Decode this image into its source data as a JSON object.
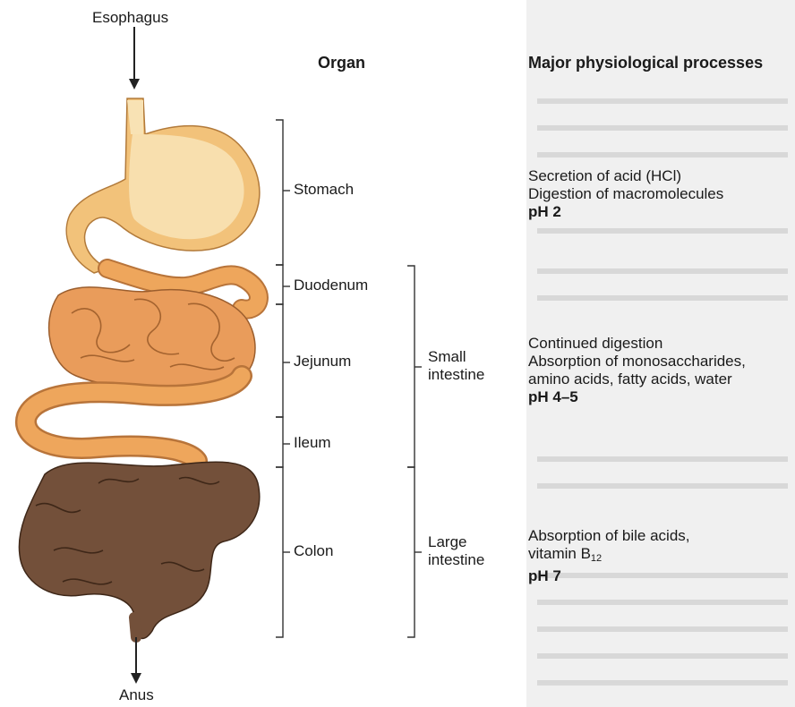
{
  "labels": {
    "esophagus": "Esophagus",
    "anus": "Anus",
    "organ_header": "Organ",
    "process_header": "Major physiological processes"
  },
  "organs": [
    "Stomach",
    "Duodenum",
    "Jejunum",
    "Ileum",
    "Colon"
  ],
  "groups": {
    "small": [
      "Small",
      "intestine"
    ],
    "large": [
      "Large",
      "intestine"
    ]
  },
  "processes": {
    "stomach": {
      "lines": [
        "Secretion of acid (HCl)",
        "Digestion of macromolecules"
      ],
      "ph": "pH 2"
    },
    "small": {
      "lines": [
        "Continued digestion",
        "Absorption of monosaccharides,",
        "amino acids, fatty acids, water"
      ],
      "ph": "pH 4–5"
    },
    "large": {
      "line1": "Absorption of bile acids,",
      "vitamin_text": "vitamin B",
      "vitamin_sub": "12",
      "ph": "pH 7"
    }
  },
  "colors": {
    "stomach_light": "#f6d9a0",
    "stomach_mid": "#f0b86a",
    "small_intestine": "#eda35a",
    "colon": "#6e4a35",
    "bracket": "#333333"
  }
}
